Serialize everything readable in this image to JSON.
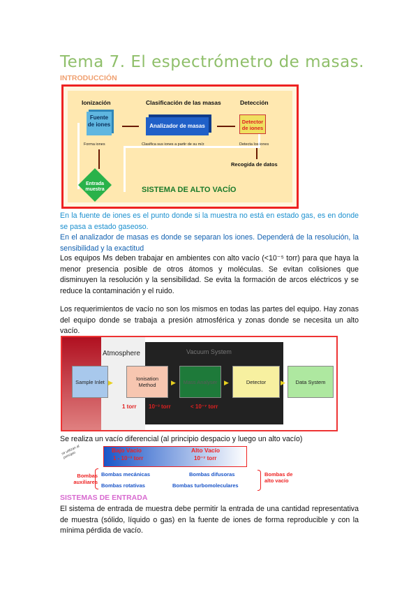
{
  "title": "Tema 7. El espectrómetro de masas.",
  "intro_heading": "INTRODUCCIÓN",
  "diagram1": {
    "ionizacion": "Ionización",
    "clasificacion": "Clasificación de las masas",
    "deteccion": "Detección",
    "fuente": "Fuente de iones",
    "analizador": "Analizador de masas",
    "detector": "Detector de iones",
    "forma_iones": "Forma iones",
    "clasifica": "Clasifica sus iones a partir de su m/z",
    "detecta": "Detecta los  iones",
    "recogida": "Recogida de datos",
    "entrada": "Entrada muestra",
    "sistema": "SISTEMA DE ALTO VACÍO"
  },
  "para1": "En la fuente de iones es el punto donde si la muestra no está en estado gas, es en donde se pasa a estado gaseoso.",
  "para2": "En el analizador de masas es donde se separan los iones. Dependerá de la resolución, la sensibilidad y la exactitud",
  "para3": "Los equipos Ms deben trabajar en ambientes con alto vacío (<10⁻⁵ torr) para que haya la menor presencia posible de otros átomos y moléculas. Se evitan colisiones que disminuyen la resolución y la sensibilidad. Se evita la formación de arcos eléctricos y se reduce la contaminación y el ruido.",
  "para4": "Los requerimientos de vacío no son los mismos en todas las partes del equipo. Hay zonas del equipo donde se trabaja a presión atmosférica y zonas donde se necesita un alto vacío.",
  "diagram2": {
    "atmosphere": "Atmosphere",
    "vacuum": "Vacuum System",
    "sample_inlet": "Sample Inlet",
    "ionisation": "Ionisation Method",
    "mass_analyser": "Mass Analyser",
    "detector": "Detector",
    "data_system": "Data System",
    "p1": "1 torr",
    "p2": "10⁻³ torr",
    "p3": "< 10⁻⁷ torr"
  },
  "para5": "Se realiza un vacío diferencial (al principio despacio y luego un alto vacío)",
  "diagram3": {
    "handwritten": "se utilizan al principio",
    "bajo_vacio": "Bajo Vacío",
    "bajo_torr": "1 - 10⁻³ torr",
    "alto_vacio": "Alto Vacío",
    "alto_torr": "10⁻⁷ torr",
    "bombas_aux": "Bombas auxiliares",
    "mecanicas": "Bombas mecánicas",
    "rotativas": "Bombas rotativas",
    "difusoras": "Bombas difusoras",
    "turbo": "Bombas turbomoleculares",
    "bombas_alto": "Bombas de alto vacío"
  },
  "sistemas_heading": "SISTEMAS DE ENTRADA",
  "para6": "El sistema de entrada de muestra debe permitir la entrada de una cantidad representativa de muestra (sólido, líquido o gas) en la fuente de iones de forma reproducible y con la mínima pérdida de vacío."
}
